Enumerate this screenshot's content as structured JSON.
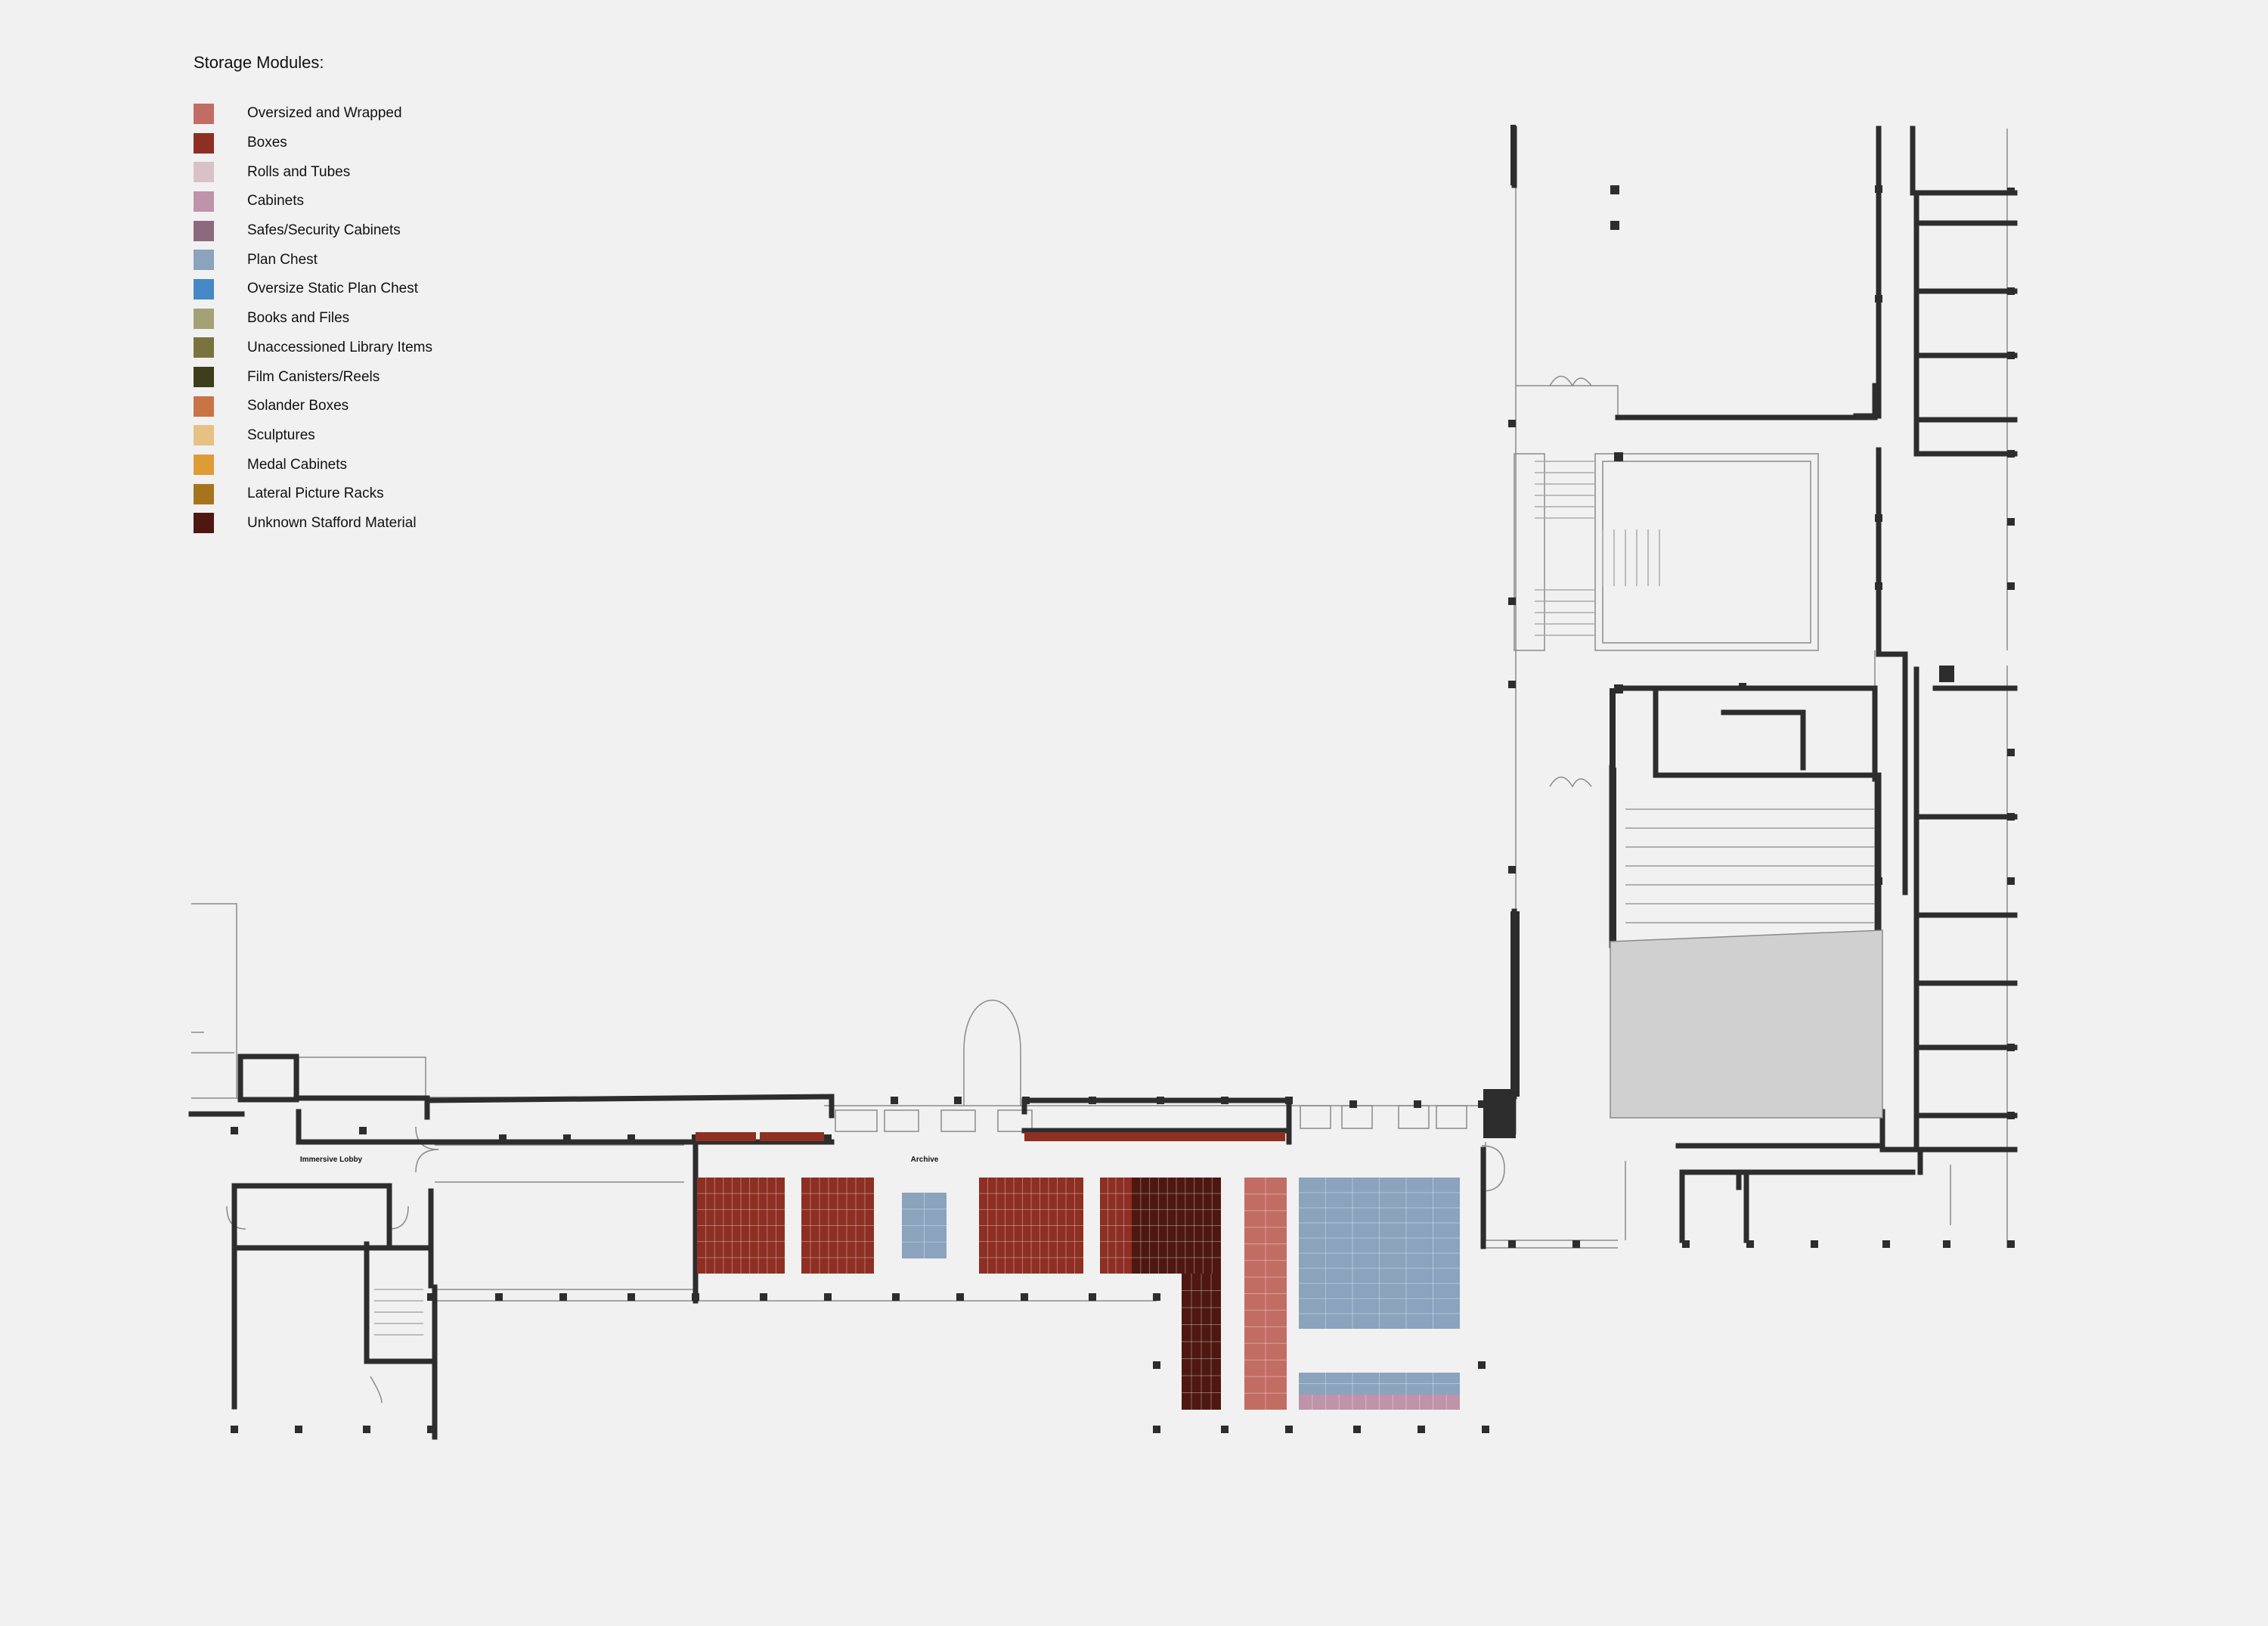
{
  "legend": {
    "title": "Storage Modules:",
    "items": [
      {
        "label": "Oversized and Wrapped",
        "color": "#c26d64"
      },
      {
        "label": "Boxes",
        "color": "#8e2f23"
      },
      {
        "label": "Rolls and Tubes",
        "color": "#d8c2c8"
      },
      {
        "label": "Cabinets",
        "color": "#bf93a9"
      },
      {
        "label": "Safes/Security Cabinets",
        "color": "#8c6a7e"
      },
      {
        "label": "Plan Chest",
        "color": "#8ba3bd"
      },
      {
        "label": "Oversize Static Plan Chest",
        "color": "#4488c8"
      },
      {
        "label": "Books and Files",
        "color": "#a5a177"
      },
      {
        "label": "Unaccessioned Library Items",
        "color": "#7b733d"
      },
      {
        "label": "Film Canisters/Reels",
        "color": "#3d3f1c"
      },
      {
        "label": "Solander Boxes",
        "color": "#c97446"
      },
      {
        "label": "Sculptures",
        "color": "#e5c184"
      },
      {
        "label": "Medal Cabinets",
        "color": "#de9c37"
      },
      {
        "label": "Lateral Picture Racks",
        "color": "#a7741e"
      },
      {
        "label": "Unknown Stafford Material",
        "color": "#4e1810"
      }
    ]
  },
  "plan": {
    "rooms": {
      "immersive_lobby": "Immersive Lobby",
      "archive": "Archive"
    },
    "colors": {
      "wall": "#2d2d2d",
      "thin_line": "#8a8a8a",
      "auditorium_fill": "#d0d0d0",
      "grid_line": "#ffffff"
    }
  }
}
